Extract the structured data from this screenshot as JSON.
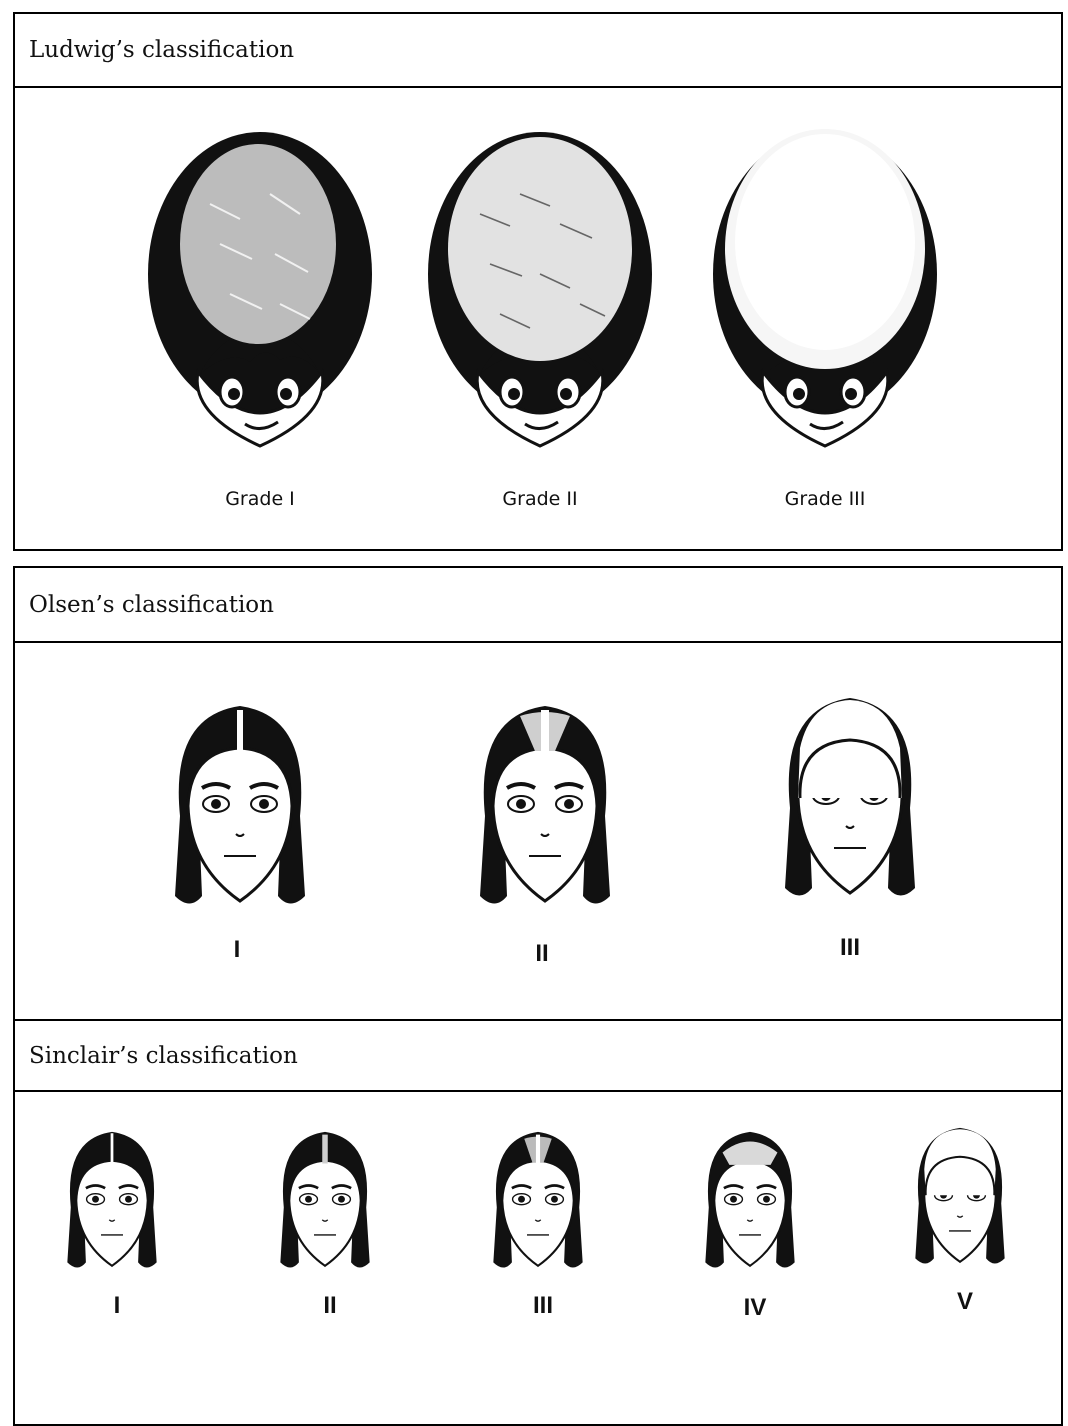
{
  "ludwig": {
    "title": "Ludwig’s classification",
    "grades": [
      "Grade I",
      "Grade II",
      "Grade III"
    ]
  },
  "olsen": {
    "title": "Olsen’s classification",
    "grades": [
      "I",
      "II",
      "III"
    ]
  },
  "sinclair": {
    "title": "Sinclair’s classification",
    "grades": [
      "I",
      "II",
      "III",
      "IV",
      "V"
    ]
  }
}
